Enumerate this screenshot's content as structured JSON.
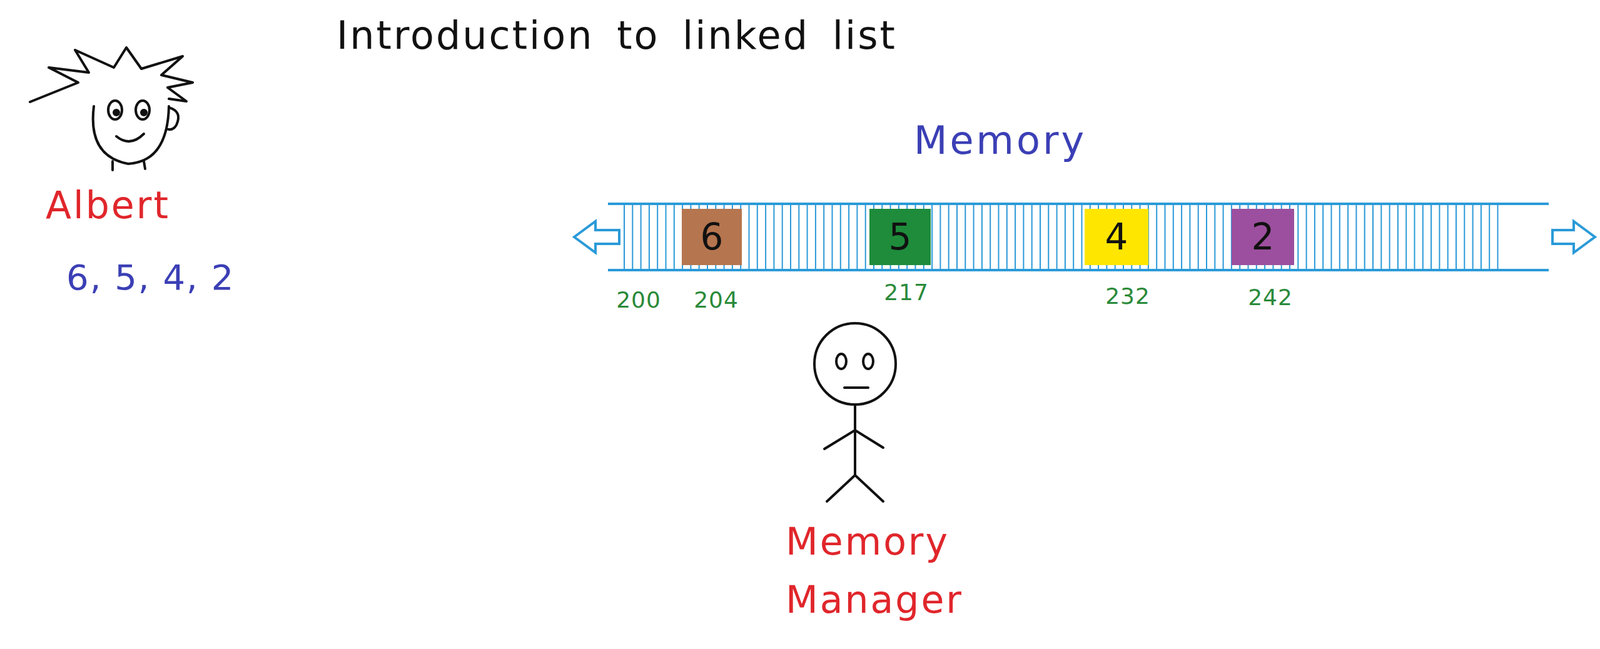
{
  "diagram": {
    "title": "Introduction to linked list",
    "nodes": [
      {
        "text": [
          "6"
        ]
      },
      {
        "text": [
          "5"
        ]
      },
      {
        "text": [
          "4"
        ]
      },
      {
        "text": [
          "2"
        ]
      }
    ],
    "labels": [
      "Albert",
      "6, 5, 4, 2",
      "Memory",
      "200",
      "204",
      "217",
      "232",
      "242",
      "Memory Manager"
    ]
  }
}
